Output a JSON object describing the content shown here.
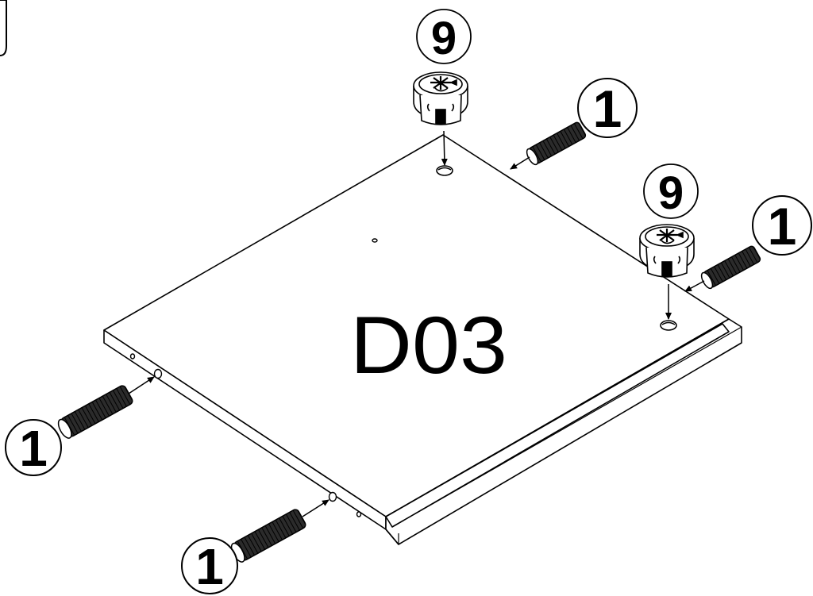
{
  "panel": {
    "label": "D03"
  },
  "callouts": {
    "cam_top": "9",
    "cam_right": "9",
    "dowel_top": "1",
    "dowel_right": "1",
    "dowel_left_upper": "1",
    "dowel_left_lower": "1"
  }
}
